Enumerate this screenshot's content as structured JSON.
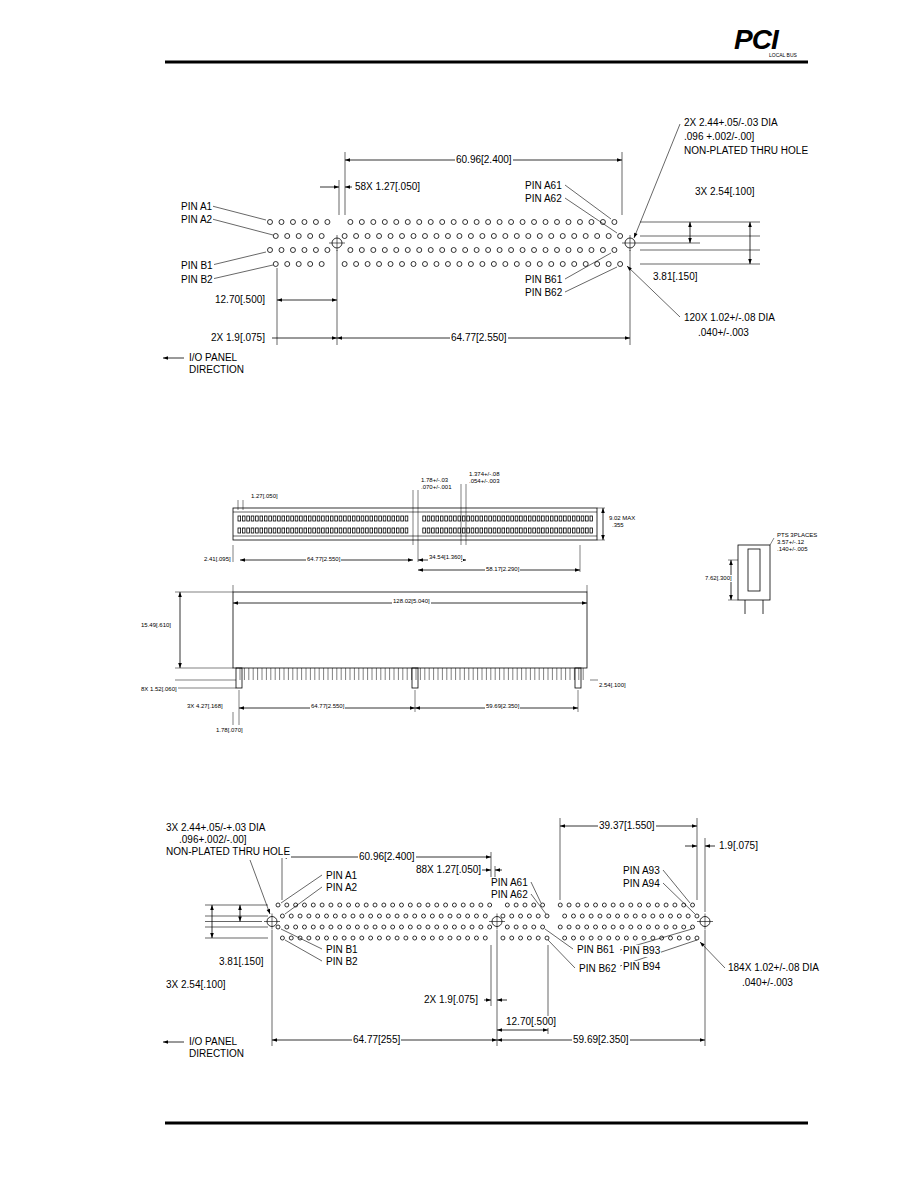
{
  "diagram": {
    "labels": [
      "PCI",
      "LOCAL BUS",
      "2X 2.44+.05/-.03 DIA",
      ".096 +.002/-.00]",
      "NON-PLATED THRU HOLE",
      "60.96[2.400]",
      "58X 1.27[.050]",
      "PIN A1",
      "PIN A2",
      "PIN B1",
      "PIN B2",
      "PIN A61",
      "PIN A62",
      "3X 2.54[.100]",
      "3.81[.150]",
      "PIN B61",
      "PIN B62",
      "120X 1.02+/-.08 DIA",
      ".040+/-.003",
      "12.70[.500]",
      "2X 1.9[.075]",
      "64.77[2.550]",
      "I/O PANEL DIRECTION",
      "1.27[.050]",
      "1.78+/-.03",
      ".070+/-.001",
      "1.374+/-.08",
      ".054+/-.003",
      "9.02 MAX",
      ".355",
      "2.41[.095]",
      "64.77[2.550]",
      "34.54[1.360]",
      "58.17[2.290]",
      "PTS 3PLACES",
      "3.57+/-.12",
      ".140+/-.005",
      "7.62[.300]",
      "128.02[5.040]",
      "15.49[.610]",
      "8X 1.52[.060]",
      "3X 4.27[.168]",
      "1.78[.070]",
      "64.77[2.550]",
      "59.69[2.350]",
      "2.54[.100]",
      "3X 2.44+.05/-+.03 DIA",
      ".096+.002/-.00]",
      "NON-PLATED THRU HOLE",
      "60.96[2.400]",
      "88X 1.27[.050]",
      "PIN A1",
      "PIN A2",
      "PIN A61",
      "PIN A62",
      "39.37[1.550]",
      "PIN A93",
      "PIN A94",
      "1.9[.075]",
      "PIN B1",
      "PIN B2",
      "3.81[.150]",
      "3X 2.54[.100]",
      "2X 1.9[.075]",
      "PIN B61",
      "PIN B62",
      "PIN B93",
      "PIN B94",
      "184X 1.02+/-.08 DIA",
      ".040+/-.003",
      "12.70[.500]",
      "I/O PANEL DIRECTION",
      "64.77[255]",
      "59.69[2.350]"
    ]
  }
}
